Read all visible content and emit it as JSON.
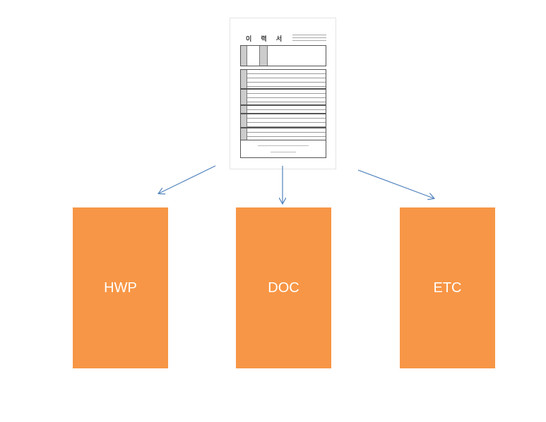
{
  "source_document": {
    "title": "이 력 서"
  },
  "targets": [
    {
      "label": "HWP",
      "color": "#f79646"
    },
    {
      "label": "DOC",
      "color": "#f79646"
    },
    {
      "label": "ETC",
      "color": "#f79646"
    }
  ],
  "arrow_color": "#4f81bd"
}
